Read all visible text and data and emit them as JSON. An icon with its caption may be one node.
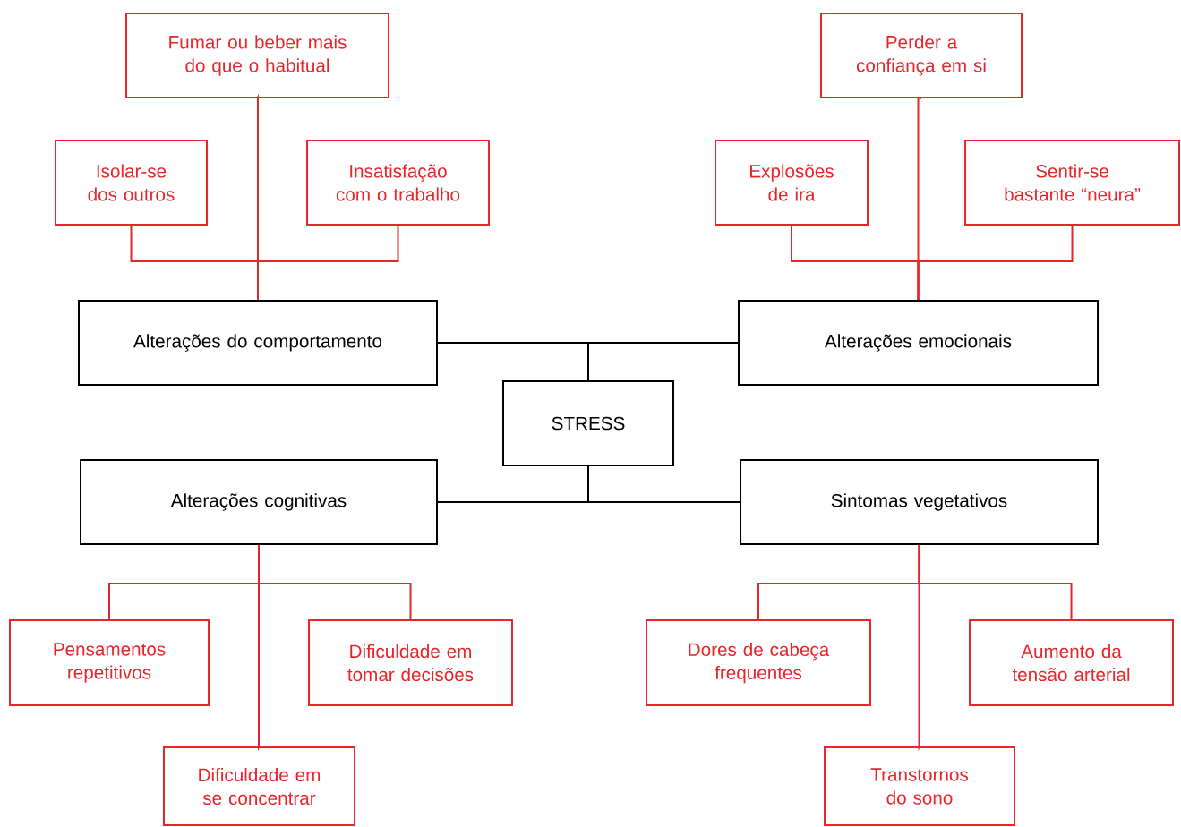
{
  "diagram": {
    "nodes": [
      {
        "text": [
          "Fumar ou beber mais do que o habitual"
        ]
      },
      {
        "text": [
          "Isolar-se dos outros"
        ]
      },
      {
        "text": [
          "Insatisfação com o trabalho"
        ]
      },
      {
        "text": [
          "Perder a confiança em si"
        ]
      },
      {
        "text": [
          "Explosões de ira"
        ]
      },
      {
        "text": [
          "Sentir-se bastante “neura”"
        ]
      },
      {
        "text": [
          "Alterações do comportamento"
        ]
      },
      {
        "text": [
          "Alterações emocionais"
        ]
      },
      {
        "text": [
          "STRESS"
        ]
      },
      {
        "text": [
          "Alterações cognitivas"
        ]
      },
      {
        "text": [
          "Sintomas vegetativos"
        ]
      },
      {
        "text": [
          "Pensamentos repetitivos"
        ]
      },
      {
        "text": [
          "Dificuldade em tomar decisões"
        ]
      },
      {
        "text": [
          "Dificuldade em se concentrar"
        ]
      },
      {
        "text": [
          "Dores de cabeça frequentes"
        ]
      },
      {
        "text": [
          "Aumento da tensão arterial"
        ]
      },
      {
        "text": [
          "Transtornos do sono"
        ]
      }
    ],
    "edges": [
      {
        "from": 8,
        "to": 6,
        "arrow": "none",
        "color": "#000000"
      },
      {
        "from": 8,
        "to": 7,
        "arrow": "none",
        "color": "#000000"
      },
      {
        "from": 8,
        "to": 9,
        "arrow": "none",
        "color": "#000000"
      },
      {
        "from": 8,
        "to": 10,
        "arrow": "none",
        "color": "#000000"
      },
      {
        "from": 6,
        "to": 0,
        "arrow": "none"
      },
      {
        "from": 6,
        "to": 1,
        "arrow": "none"
      },
      {
        "from": 6,
        "to": 2,
        "arrow": "none"
      },
      {
        "from": 7,
        "to": 3,
        "arrow": "none"
      },
      {
        "from": 7,
        "to": 4,
        "arrow": "none"
      },
      {
        "from": 7,
        "to": 5,
        "arrow": "none"
      },
      {
        "from": 9,
        "to": 11,
        "arrow": "none"
      },
      {
        "from": 9,
        "to": 12,
        "arrow": "none"
      },
      {
        "from": 9,
        "to": 13,
        "arrow": "none"
      },
      {
        "from": 10,
        "to": 14,
        "arrow": "none"
      },
      {
        "from": 10,
        "to": 15,
        "arrow": "none"
      },
      {
        "from": 10,
        "to": 16,
        "arrow": "none"
      }
    ]
  }
}
